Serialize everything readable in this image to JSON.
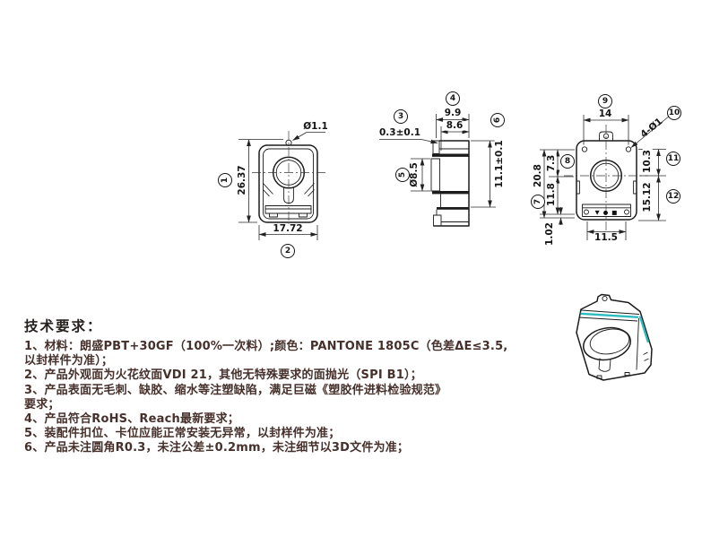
{
  "colors": {
    "line": "#1c1c1c",
    "dimension_line": "#2b2b2b",
    "accent_teal": "#2fb9c0",
    "notes_text": "#46302b"
  },
  "dims": {
    "front": {
      "pin_dia": "Ø1.1",
      "height": "26.37",
      "width": "17.72"
    },
    "side": {
      "lip": "0.3±0.1",
      "depth": "9.9",
      "inner_depth": "8.6",
      "height": "11.1±0.1",
      "boss_dia": "Ø8.5"
    },
    "back": {
      "top_width": "14",
      "corner_holes": "4-Ø1",
      "upper_height": "10.3",
      "lower_height": "15.12",
      "overall_height": "20.8",
      "hole_offset": "7.3",
      "mid_height": "11.8",
      "foot_gap": "1.02",
      "bottom_width": "11.5"
    }
  },
  "balloons": [
    "1",
    "2",
    "3",
    "4",
    "5",
    "6",
    "7",
    "8",
    "9",
    "10",
    "11",
    "12"
  ],
  "bottom_marks": [
    "▼",
    "●",
    "■"
  ],
  "notes": {
    "title": "技术要求：",
    "lines": [
      "1、材料：朗盛PBT+30GF（100%一次料）;颜色：PANTONE 1805C（色差ΔE≤3.5,",
      "以封样件为准）；",
      "2、产品外观面为火花纹面VDI 21，其他无特殊要求的面抛光（SPI B1）；",
      "3、产品表面无毛刺、缺胶、缩水等注塑缺陷，满足巨磁《塑胶件进料检验规范》",
      "要求；",
      "4、产品符合RoHS、Reach最新要求；",
      "5、装配件扣位、卡位应能正常安装无异常，以封样件为准；",
      "6、产品未注圆角R0.3，未注公差±0.2mm，未注细节以3D文件为准；"
    ]
  }
}
